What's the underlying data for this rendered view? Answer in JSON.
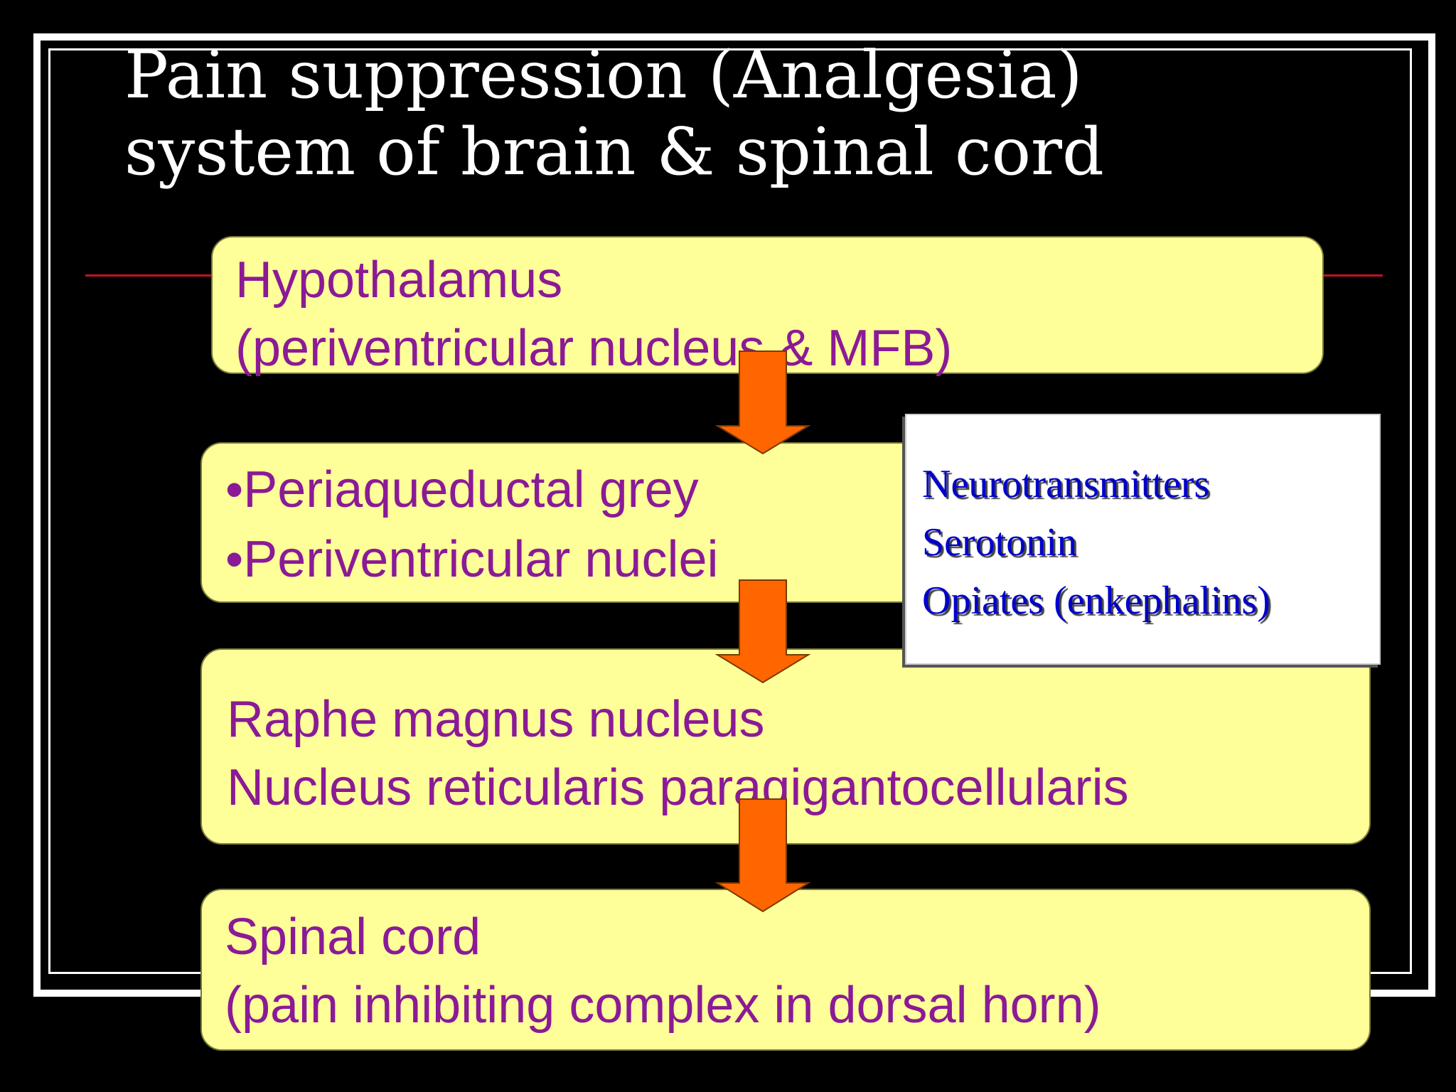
{
  "title": {
    "line1": "Pain suppression (Analgesia)",
    "line2": "system of brain & spinal cord"
  },
  "boxes": {
    "hypothalamus": {
      "line1": "Hypothalamus",
      "line2": "(periventricular nucleus & MFB)"
    },
    "midbrain": {
      "bullet": "•",
      "line1": "Periaqueductal grey",
      "line2": "Periventricular nuclei"
    },
    "medulla": {
      "line1": "Raphe magnus nucleus",
      "line2": "Nucleus reticularis paragigantocellularis"
    },
    "spinal": {
      "line1": "Spinal cord",
      "line2": "(pain inhibiting complex in dorsal horn)"
    }
  },
  "neurotransmitters": {
    "heading": "Neurotransmitters",
    "items": [
      "Serotonin",
      "Opiates (enkephalins)"
    ]
  },
  "colors": {
    "background": "#000000",
    "box_fill": "#ffff99",
    "box_text": "#8b1a96",
    "arrow_fill": "#ff6600",
    "neurotransmitter_text": "#0000cc",
    "rule": "#c0151d"
  },
  "icons": [
    "down-arrow-icon"
  ]
}
